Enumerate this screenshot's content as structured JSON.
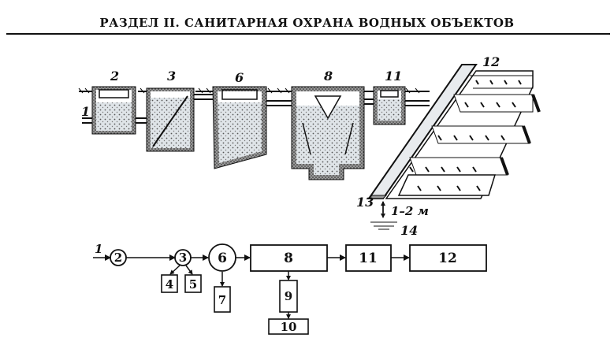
{
  "header": {
    "title": "РАЗДЕЛ II. САНИТАРНАЯ ОХРАНА ВОДНЫХ ОБЪЕКТОВ"
  },
  "colors": {
    "ink": "#111111",
    "water": "#cfd6dc",
    "paper": "#ffffff"
  },
  "scheme": {
    "labels": {
      "inlet": "1",
      "grit_trap": "2",
      "grease_trap": "3",
      "settler": "6",
      "septic": "8",
      "dosing": "11",
      "field": "12",
      "drain": "13",
      "groundwater": "14",
      "depth": "1–2 м"
    }
  },
  "flow": {
    "inlet": "1",
    "nodes": {
      "n2": "2",
      "n3": "3",
      "n4": "4",
      "n5": "5",
      "n6": "6",
      "n7": "7",
      "n8": "8",
      "n9": "9",
      "n10": "10",
      "n11": "11",
      "n12": "12"
    }
  }
}
